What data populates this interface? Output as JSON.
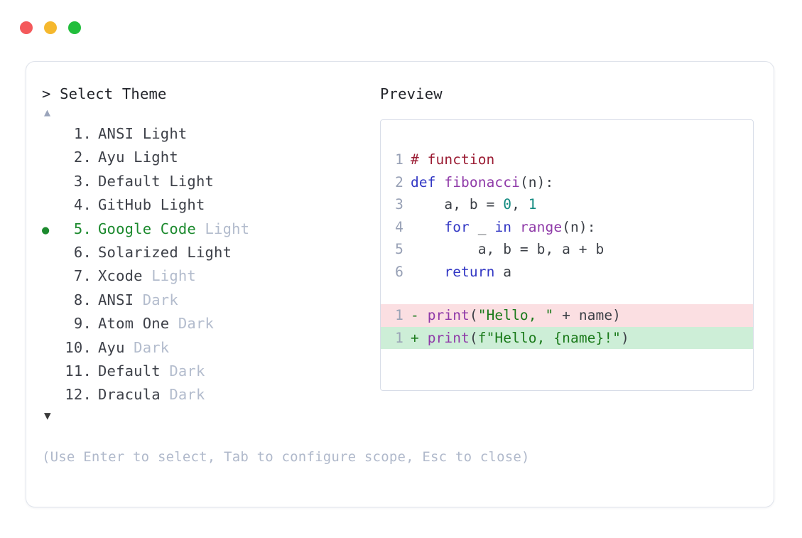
{
  "window": {
    "traffic_lights": [
      {
        "name": "close-button",
        "color": "#f4595b"
      },
      {
        "name": "minimize-button",
        "color": "#f5b82e"
      },
      {
        "name": "maximize-button",
        "color": "#22be3c"
      }
    ]
  },
  "selector": {
    "prompt": "> Select Theme",
    "scroll_up": "▲",
    "scroll_down": "▼",
    "selected_index": 5,
    "bullet_glyph": "●",
    "items": [
      {
        "index": "1.",
        "name": "ANSI",
        "variant": "Light",
        "dim_variant": false,
        "selected": false
      },
      {
        "index": "2.",
        "name": "Ayu",
        "variant": "Light",
        "dim_variant": false,
        "selected": false
      },
      {
        "index": "3.",
        "name": "Default",
        "variant": "Light",
        "dim_variant": false,
        "selected": false
      },
      {
        "index": "4.",
        "name": "GitHub",
        "variant": "Light",
        "dim_variant": false,
        "selected": false
      },
      {
        "index": "5.",
        "name": "Google Code",
        "variant": "Light",
        "dim_variant": true,
        "selected": true
      },
      {
        "index": "6.",
        "name": "Solarized",
        "variant": "Light",
        "dim_variant": false,
        "selected": false
      },
      {
        "index": "7.",
        "name": "Xcode",
        "variant": "Light",
        "dim_variant": true,
        "selected": false
      },
      {
        "index": "8.",
        "name": "ANSI",
        "variant": "Dark",
        "dim_variant": true,
        "selected": false
      },
      {
        "index": "9.",
        "name": "Atom One",
        "variant": "Dark",
        "dim_variant": true,
        "selected": false
      },
      {
        "index": "10.",
        "name": "Ayu",
        "variant": "Dark",
        "dim_variant": true,
        "selected": false
      },
      {
        "index": "11.",
        "name": "Default",
        "variant": "Dark",
        "dim_variant": true,
        "selected": false
      },
      {
        "index": "12.",
        "name": "Dracula",
        "variant": "Dark",
        "dim_variant": true,
        "selected": false
      }
    ],
    "hint": "(Use Enter to select, Tab to configure scope, Esc to close)"
  },
  "preview": {
    "title": "Preview",
    "code_lines": [
      {
        "no": "1",
        "tokens": [
          {
            "t": "# function",
            "c": "comment"
          }
        ]
      },
      {
        "no": "2",
        "tokens": [
          {
            "t": "def ",
            "c": "kw"
          },
          {
            "t": "fibonacci",
            "c": "fn"
          },
          {
            "t": "(n):",
            "c": "plain"
          }
        ]
      },
      {
        "no": "3",
        "tokens": [
          {
            "t": "    a, b = ",
            "c": "plain"
          },
          {
            "t": "0",
            "c": "num"
          },
          {
            "t": ", ",
            "c": "plain"
          },
          {
            "t": "1",
            "c": "num"
          }
        ]
      },
      {
        "no": "4",
        "tokens": [
          {
            "t": "    ",
            "c": "plain"
          },
          {
            "t": "for",
            "c": "kw"
          },
          {
            "t": " _ ",
            "c": "plain"
          },
          {
            "t": "in",
            "c": "kw"
          },
          {
            "t": " ",
            "c": "plain"
          },
          {
            "t": "range",
            "c": "fn"
          },
          {
            "t": "(n):",
            "c": "plain"
          }
        ]
      },
      {
        "no": "5",
        "tokens": [
          {
            "t": "        a, b = b, a + b",
            "c": "plain"
          }
        ]
      },
      {
        "no": "6",
        "tokens": [
          {
            "t": "    ",
            "c": "plain"
          },
          {
            "t": "return",
            "c": "kw"
          },
          {
            "t": " a",
            "c": "plain"
          }
        ]
      }
    ],
    "diff_lines": [
      {
        "no": "1",
        "kind": "removed",
        "tokens": [
          {
            "t": "- ",
            "c": "marker"
          },
          {
            "t": "print",
            "c": "fn"
          },
          {
            "t": "(",
            "c": "plain"
          },
          {
            "t": "\"Hello, \"",
            "c": "str"
          },
          {
            "t": " + name)",
            "c": "plain"
          }
        ]
      },
      {
        "no": "1",
        "kind": "added",
        "tokens": [
          {
            "t": "+ ",
            "c": "marker"
          },
          {
            "t": "print",
            "c": "fn"
          },
          {
            "t": "(",
            "c": "plain"
          },
          {
            "t": "f\"Hello, {name}!\"",
            "c": "str"
          },
          {
            "t": ")",
            "c": "plain"
          }
        ]
      }
    ]
  },
  "colors": {
    "accent_green": "#1c8a2e",
    "dim_text": "#b3bccd",
    "body_text": "#3e4149",
    "diff_removed_bg": "#fbdfe2",
    "diff_added_bg": "#cdeed7",
    "panel_border": "#d8dde8",
    "card_border": "#dfe3eb"
  }
}
